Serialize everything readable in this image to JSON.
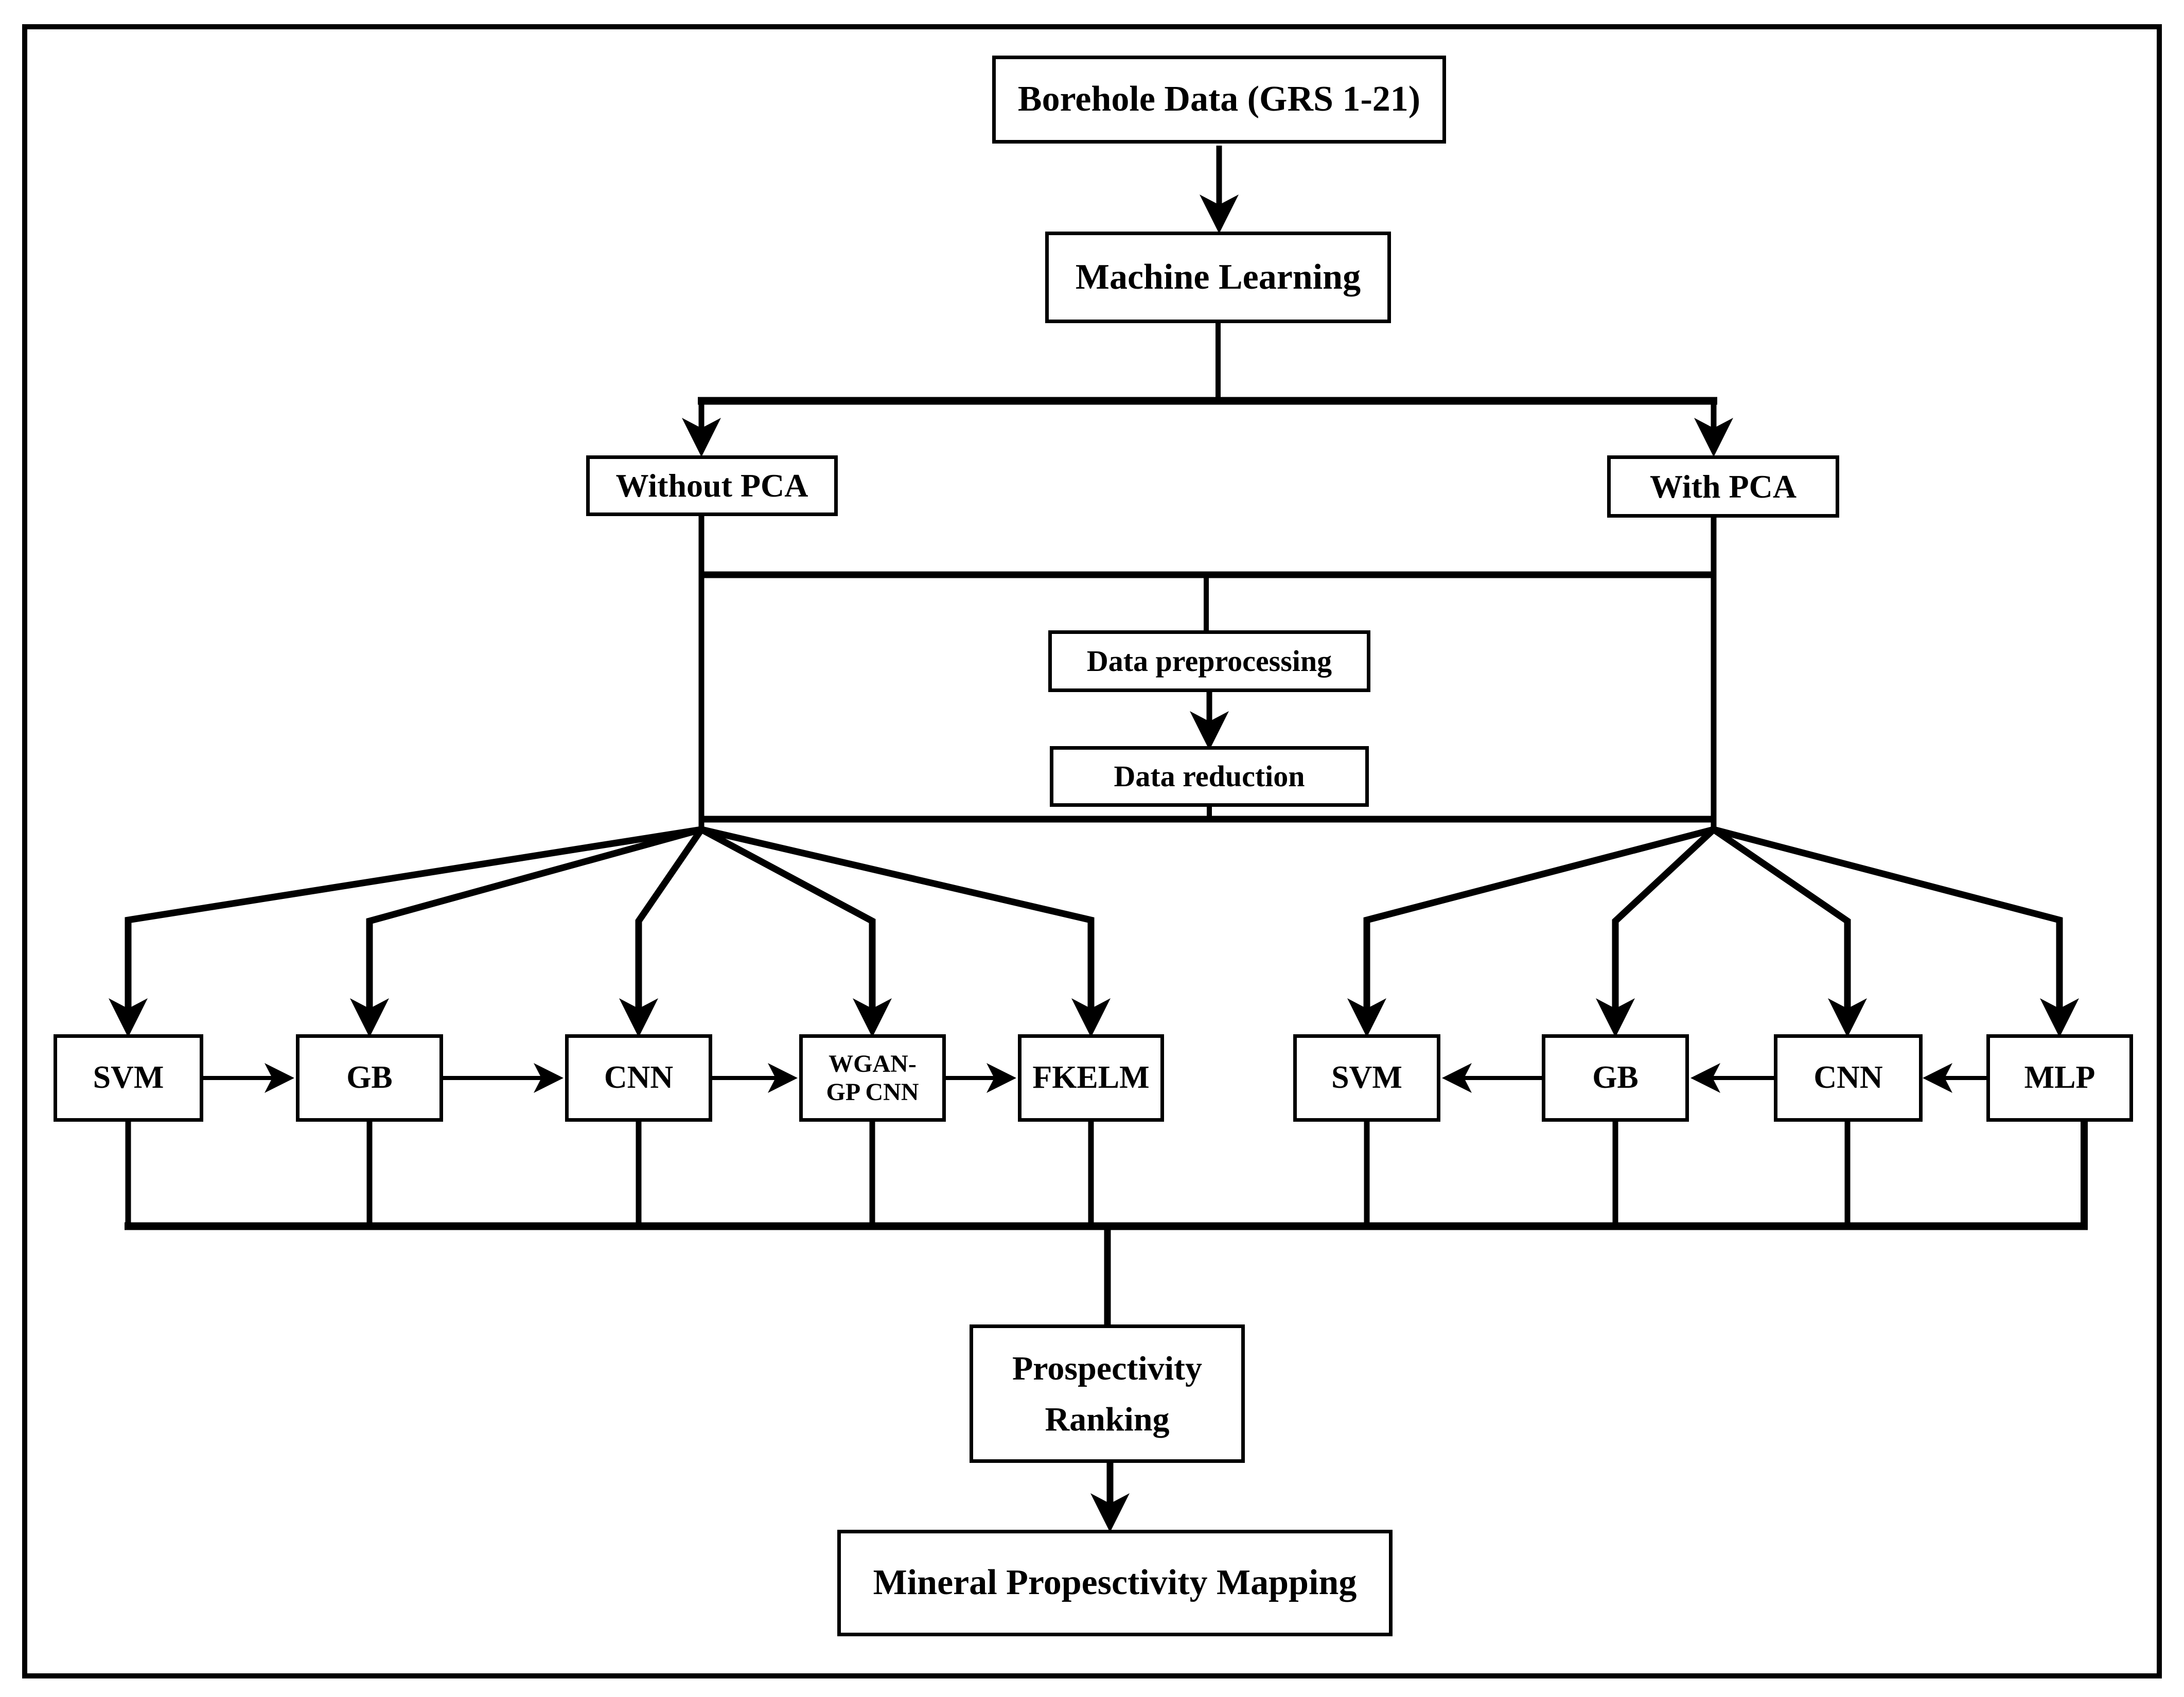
{
  "diagram": {
    "description": "Flowchart of a machine-learning workflow for mineral prospectivity mapping",
    "colors": {
      "line": "#000000",
      "box_border": "#000000",
      "box_background": "#ffffff",
      "page_background": "#ffffff",
      "text": "#000000"
    }
  },
  "nodes": {
    "borehole": {
      "label": "Borehole Data (GRS 1-21)"
    },
    "machine_learning": {
      "label": "Machine Learning"
    },
    "without_pca": {
      "label": "Without PCA"
    },
    "with_pca": {
      "label": "With PCA"
    },
    "preprocessing": {
      "label": "Data preprocessing"
    },
    "reduction": {
      "label": "Data reduction"
    },
    "left_models": [
      {
        "label": "SVM"
      },
      {
        "label": "GB"
      },
      {
        "label": "CNN"
      },
      {
        "label": "WGAN-\nGP CNN"
      },
      {
        "label": "FKELM"
      }
    ],
    "right_models": [
      {
        "label": "SVM"
      },
      {
        "label": "GB"
      },
      {
        "label": "CNN"
      },
      {
        "label": "MLP"
      }
    ],
    "ranking": {
      "label": "Prospectivity\nRanking"
    },
    "mapping": {
      "label": "Mineral Propesctivity Mapping"
    }
  },
  "edges": [
    "Borehole Data (GRS 1-21) -> Machine Learning",
    "Machine Learning -> Without PCA",
    "Machine Learning -> With PCA",
    "Without PCA -> Data preprocessing",
    "With PCA -> Data preprocessing",
    "Data preprocessing -> Data reduction",
    "Without PCA branch -> SVM, GB, CNN, WGAN-GP CNN, FKELM",
    "With PCA branch -> SVM, GB, CNN, MLP",
    "left chain: SVM -> GB -> CNN -> WGAN-GP CNN -> FKELM",
    "right chain: MLP -> CNN -> GB -> SVM",
    "all models -> Prospectivity Ranking",
    "Prospectivity Ranking -> Mineral Propesctivity Mapping"
  ]
}
